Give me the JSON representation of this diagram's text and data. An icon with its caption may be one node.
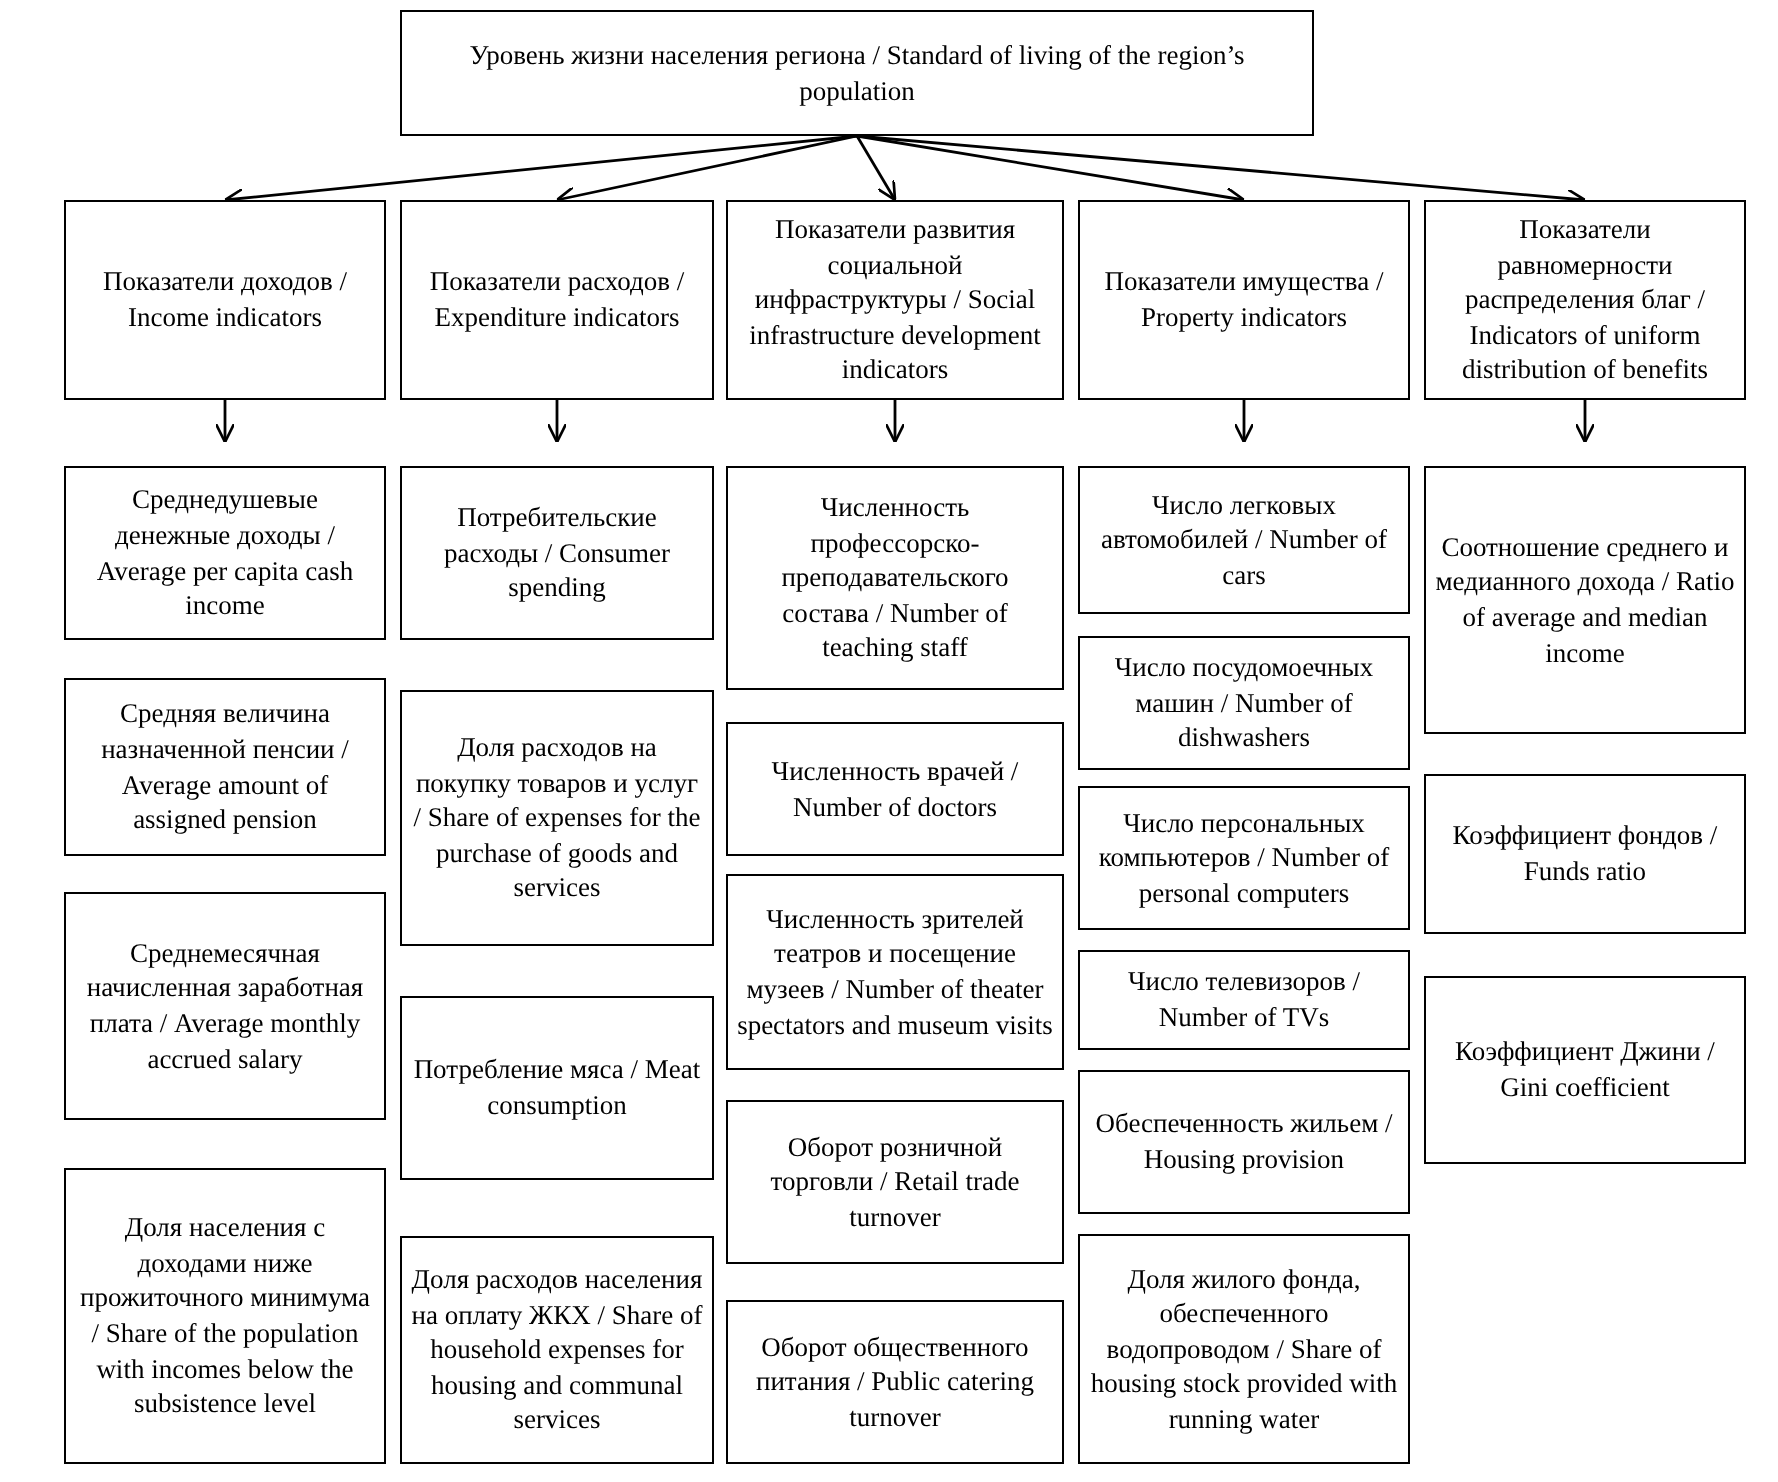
{
  "diagram": {
    "nodes": [
      {
        "text": [
          "Уровень жизни населения региона / Standard of living of the region’s population"
        ]
      },
      {
        "text": [
          "Показатели доходов / Income indicators"
        ]
      },
      {
        "text": [
          "Показатели расходов / Expenditure indicators"
        ]
      },
      {
        "text": [
          "Показатели развития социальной инфраструктуры / Social infrastructure development indicators"
        ]
      },
      {
        "text": [
          "Показатели имущества / Property indicators"
        ]
      },
      {
        "text": [
          "Показатели равномерности распределения благ / Indicators of uniform distribution of benefits"
        ]
      },
      {
        "text": [
          "Среднедушевые денежные доходы / Average per capita cash income"
        ]
      },
      {
        "text": [
          "Средняя величина назначенной пенсии / Average amount of assigned pension"
        ]
      },
      {
        "text": [
          "Среднемесячная начисленная заработная плата / Average monthly accrued salary"
        ]
      },
      {
        "text": [
          "Доля населения с доходами ниже прожиточного минимума / Share of the population with incomes below the subsistence level"
        ]
      },
      {
        "text": [
          "Потребительские расходы / Consumer spending"
        ]
      },
      {
        "text": [
          "Доля расходов на покупку товаров и услуг / Share of expenses for the purchase of goods and services"
        ]
      },
      {
        "text": [
          "Потребление мяса / Meat consumption"
        ]
      },
      {
        "text": [
          "Доля расходов населения на оплату ЖКХ / Share of household expenses for housing and communal services"
        ]
      },
      {
        "text": [
          "Численность профессорско-преподавательского состава / Number of teaching staff"
        ]
      },
      {
        "text": [
          "Численность врачей / Number of doctors"
        ]
      },
      {
        "text": [
          "Численность зрителей театров и посещение музеев / Number of theater spectators and museum visits"
        ]
      },
      {
        "text": [
          "Оборот розничной торговли / Retail trade turnover"
        ]
      },
      {
        "text": [
          "Оборот общественного питания / Public catering turnover"
        ]
      },
      {
        "text": [
          "Число легковых автомобилей / Number of cars"
        ]
      },
      {
        "text": [
          "Число посудомоечных машин / Number of dishwashers"
        ]
      },
      {
        "text": [
          "Число персональных компьютеров / Number of personal computers"
        ]
      },
      {
        "text": [
          "Число телевизоров / Number of TVs"
        ]
      },
      {
        "text": [
          "Обеспеченность жильем / Housing provision"
        ]
      },
      {
        "text": [
          "Доля жилого фонда, обеспеченного водопроводом / Share of housing stock provided with running water"
        ]
      },
      {
        "text": [
          "Соотношение среднего и медианного дохода / Ratio of average and median income"
        ]
      },
      {
        "text": [
          "Коэффициент фондов / Funds ratio"
        ]
      },
      {
        "text": [
          "Коэффициент Джини / Gini coefficient"
        ]
      }
    ],
    "edges": [
      {
        "from": 0,
        "to": 1,
        "arrow": "to"
      },
      {
        "from": 0,
        "to": 2,
        "arrow": "to"
      },
      {
        "from": 0,
        "to": 3,
        "arrow": "to"
      },
      {
        "from": 0,
        "to": 4,
        "arrow": "to"
      },
      {
        "from": 0,
        "to": 5,
        "arrow": "to"
      },
      {
        "from": 1,
        "to": 6,
        "arrow": "to"
      },
      {
        "from": 2,
        "to": 10,
        "arrow": "to"
      },
      {
        "from": 3,
        "to": 14,
        "arrow": "to"
      },
      {
        "from": 4,
        "to": 19,
        "arrow": "to"
      },
      {
        "from": 5,
        "to": 25,
        "arrow": "to"
      }
    ]
  }
}
